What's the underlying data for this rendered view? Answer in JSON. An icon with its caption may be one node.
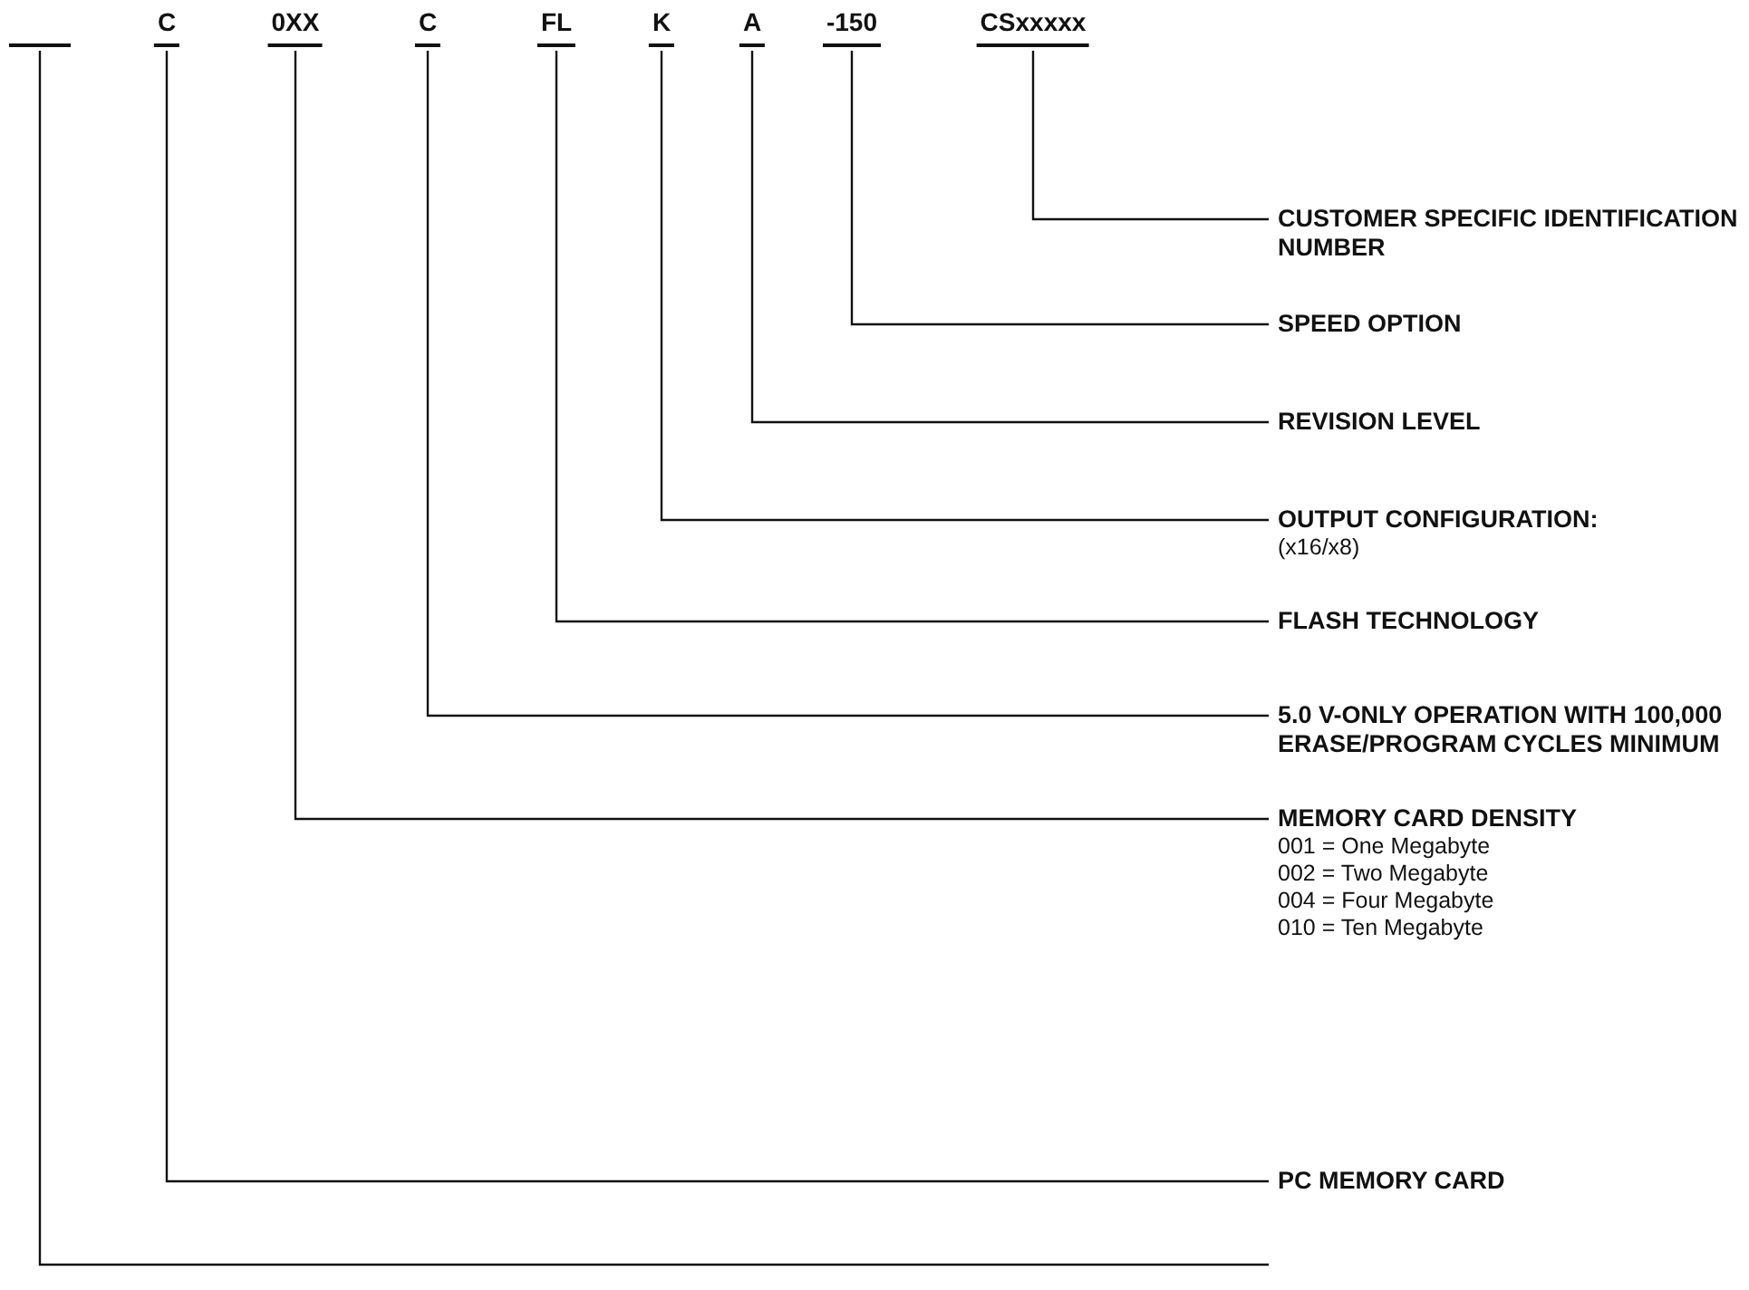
{
  "diagram": {
    "nodes": [
      {
        "text": [],
        "shape": "bar"
      },
      {
        "text": [
          "C"
        ]
      },
      {
        "text": [
          "0XX"
        ]
      },
      {
        "text": [
          "C"
        ]
      },
      {
        "text": [
          "FL"
        ]
      },
      {
        "text": [
          "K"
        ]
      },
      {
        "text": [
          "A"
        ]
      },
      {
        "text": [
          "-150"
        ]
      },
      {
        "text": [
          "CSxxxxx"
        ]
      },
      {
        "text": [
          "CUSTOMER SPECIFIC IDENTIFICATION NUMBER"
        ]
      },
      {
        "text": [
          "SPEED OPTION"
        ]
      },
      {
        "text": [
          "REVISION LEVEL"
        ]
      },
      {
        "text": [
          "OUTPUT CONFIGURATION:",
          "(x16/x8)"
        ]
      },
      {
        "text": [
          "FLASH TECHNOLOGY"
        ]
      },
      {
        "text": [
          "5.0 V-ONLY OPERATION WITH 100,000 ERASE/PROGRAM CYCLES MINIMUM"
        ]
      },
      {
        "text": [
          "MEMORY CARD DENSITY",
          "001 = One Megabyte",
          "002 = Two Megabyte",
          "004 = Four Megabyte",
          "010 = Ten Megabyte"
        ]
      },
      {
        "text": [
          "PC MEMORY CARD"
        ]
      }
    ],
    "edges": [
      {
        "from": 8,
        "to": 9,
        "arrow": "none"
      },
      {
        "from": 7,
        "to": 10,
        "arrow": "none"
      },
      {
        "from": 6,
        "to": 11,
        "arrow": "none"
      },
      {
        "from": 5,
        "to": 12,
        "arrow": "none"
      },
      {
        "from": 4,
        "to": 13,
        "arrow": "none"
      },
      {
        "from": 3,
        "to": 14,
        "arrow": "none"
      },
      {
        "from": 2,
        "to": 15,
        "arrow": "none"
      },
      {
        "from": 1,
        "to": 16,
        "arrow": "none"
      },
      {
        "from": 0,
        "to": null,
        "arrow": "none"
      }
    ]
  }
}
